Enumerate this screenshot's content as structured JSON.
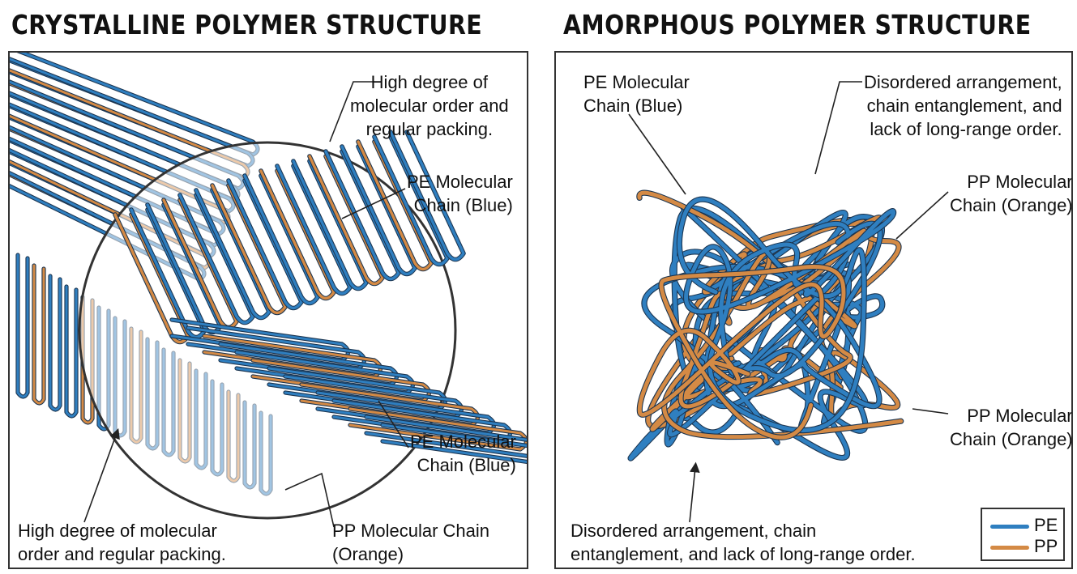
{
  "colors": {
    "pe": "#2f7fc0",
    "pp": "#d48a45",
    "outline": "#333333"
  },
  "left": {
    "title": "CRYSTALLINE POLYMER STRUCTURE",
    "label_order_top": [
      "High degree of",
      "molecular order and",
      "regular packing."
    ],
    "label_pe_top": [
      "PE Molecular",
      "Chain (Blue)"
    ],
    "label_pe_bottom": [
      "PE Molecular",
      "Chain (Blue)"
    ],
    "label_order_bottom": [
      "High degree of molecular",
      "order and regular packing."
    ],
    "label_pp": [
      "PP Molecular Chain",
      "(Orange)"
    ]
  },
  "right": {
    "title": "AMORPHOUS POLYMER STRUCTURE",
    "label_pe": [
      "PE Molecular",
      "Chain (Blue)"
    ],
    "label_disorder_top": [
      "Disordered arrangement,",
      "chain entanglement, and",
      "lack of long-range order."
    ],
    "label_pp_top": [
      "PP Molecular",
      "Chain (Orange)"
    ],
    "label_pp_bottom": [
      "PP Molecular",
      "Chain (Orange)"
    ],
    "label_disorder_bottom": [
      "Disordered arrangement, chain",
      "entanglement, and lack of long-range order."
    ]
  },
  "legend": {
    "pe": "PE",
    "pp": "PP"
  }
}
